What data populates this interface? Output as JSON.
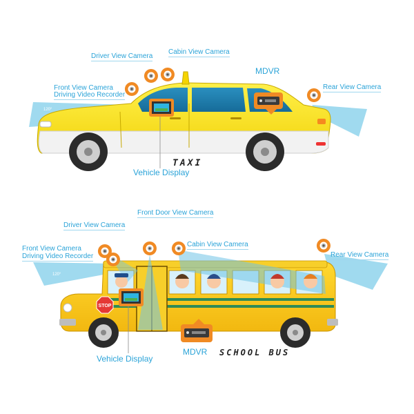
{
  "taxi": {
    "title": "TAXI",
    "sign_top": "",
    "angle": "120°",
    "labels": {
      "driver_view_camera": "Driver View Camera",
      "cabin_view_camera": "Cabin View Camera",
      "mdvr": "MDVR",
      "front_view_camera": "Front View Camera",
      "driving_video_recorder": "Driving Video Recorder",
      "rear_view_camera": "Rear View Camera",
      "vehicle_display": "Vehicle Display"
    }
  },
  "school_bus": {
    "title": "SCHOOL BUS",
    "stop_sign": "STOP",
    "angle": "120°",
    "labels": {
      "front_door_view_camera": "Front Door View Camera",
      "driver_view_camera": "Driver View Camera",
      "cabin_view_camera": "Cabin View Camera",
      "front_view_camera": "Front View Camera",
      "driving_video_recorder": "Driving Video Recorder",
      "rear_view_camera": "Rear View Camera",
      "vehicle_display": "Vehicle Display",
      "mdvr": "MDVR"
    }
  },
  "colors": {
    "accent_label": "#2aa3d8",
    "taxi_yellow": "#f7e11b",
    "bus_yellow": "#f6c51a",
    "camera_orange": "#f08a24",
    "view_cone": "#8fd3ec"
  },
  "icons": [
    "camera-pin-icon",
    "monitor-icon",
    "mdvr-box-icon",
    "stop-sign-icon"
  ]
}
